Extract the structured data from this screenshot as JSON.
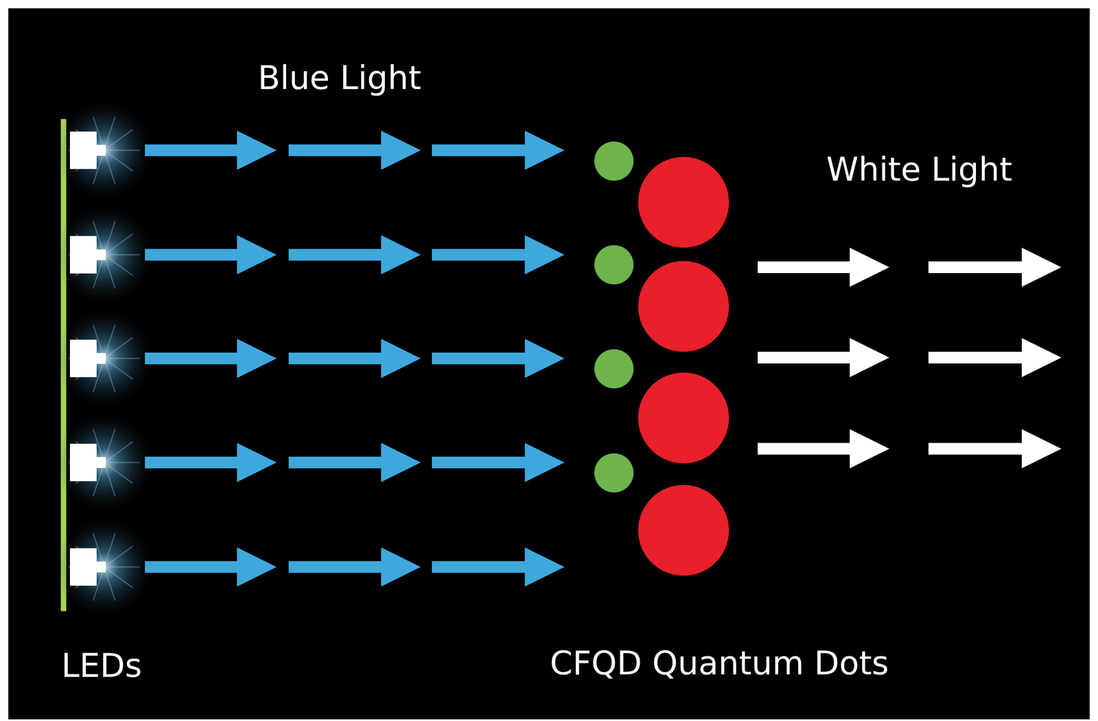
{
  "diagram": {
    "labels": [
      "Blue Light",
      "White Light",
      "LEDs",
      "CFQD Quantum Dots"
    ]
  }
}
